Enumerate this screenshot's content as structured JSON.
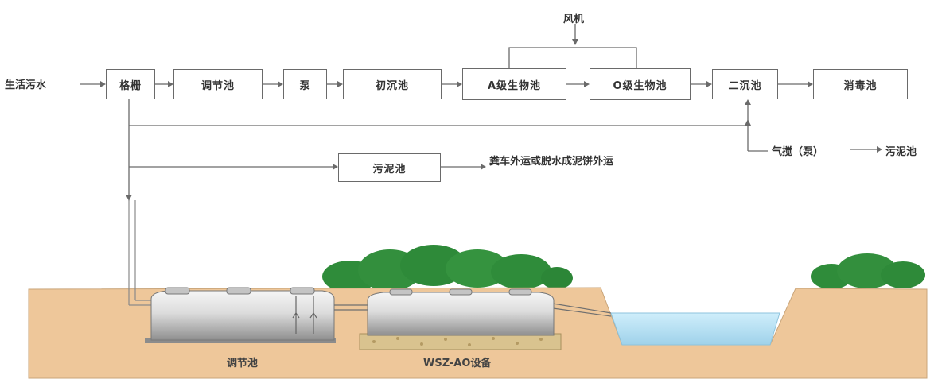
{
  "flow": {
    "input": "生活污水",
    "blower": "风机",
    "boxes": {
      "grille": "格栅",
      "regulating_tank": "调节池",
      "pump": "泵",
      "primary_settling": "初沉池",
      "a_tank": "A级生物池",
      "o_tank": "O级生物池",
      "secondary_settling": "二沉池",
      "disinfection": "消毒池",
      "sludge_tank": "污泥池"
    },
    "sludge_out": "粪车外运或脱水成泥饼外运",
    "airlift": "气搅（泵）",
    "sludge_dest": "污泥池"
  },
  "scene": {
    "regulating_tank_label": "调节池",
    "equipment_label": "WSZ-AO设备"
  },
  "colors": {
    "soil": "#eec79a",
    "soil_edge": "#c9a57a",
    "tank_light": "#eeeeee",
    "tank_dark": "#9a9a9a",
    "bush": "#2f8c3a",
    "water": "#b9e1f2",
    "gravel": "#d9c38f",
    "line": "#6a6a6a"
  }
}
